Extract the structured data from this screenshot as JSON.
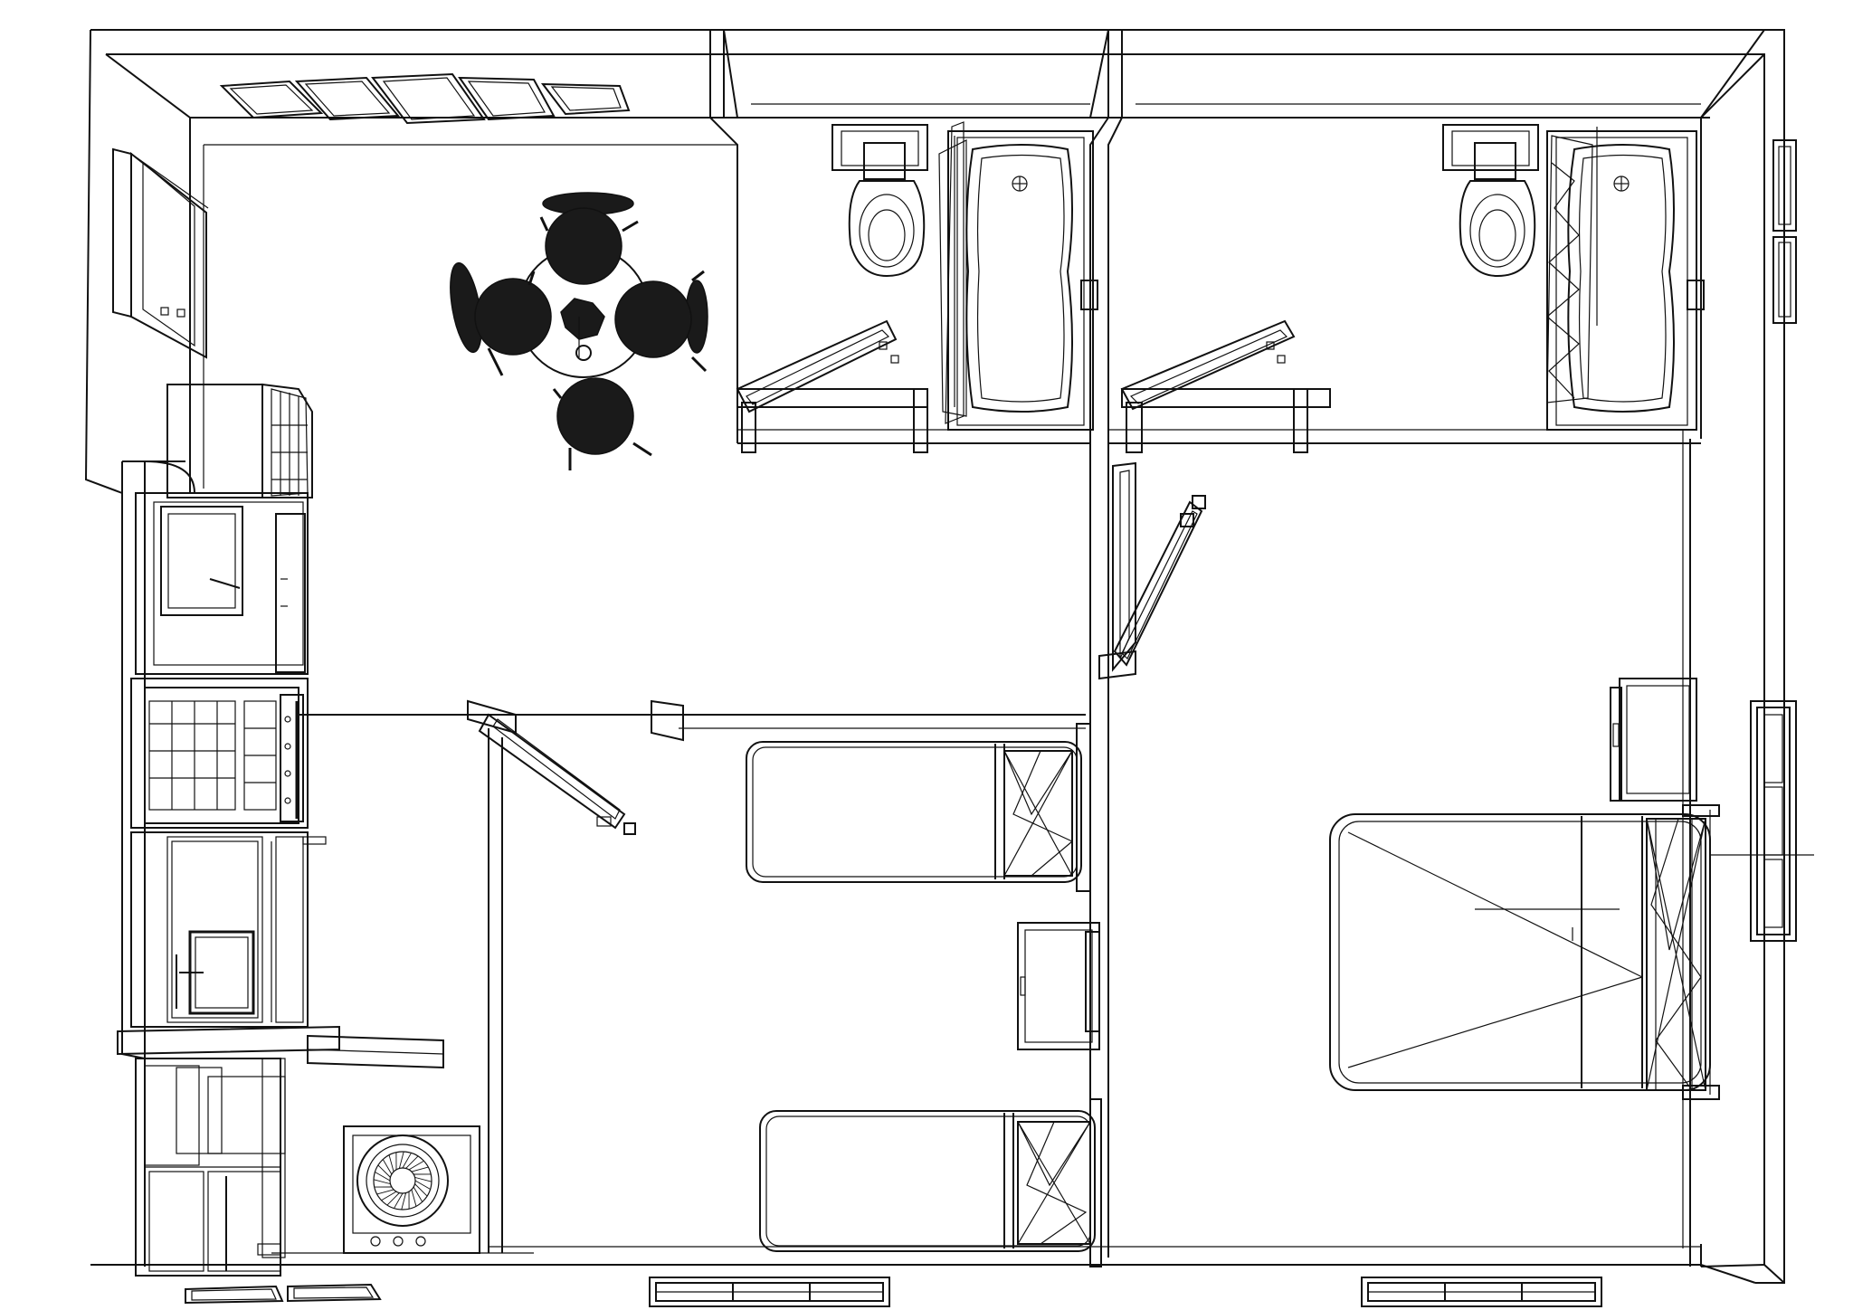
{
  "drawing": {
    "kind": "wireframe floor plan",
    "palette": {
      "background": "#ffffff",
      "line": "#111111",
      "fill_dark": "#1a1a1a"
    },
    "rooms": [
      {
        "id": "kitchen-dining"
      },
      {
        "id": "bathroom-1"
      },
      {
        "id": "bathroom-2"
      },
      {
        "id": "bedroom-twin"
      },
      {
        "id": "bedroom-double"
      }
    ],
    "fixtures": [
      "skylight-windows",
      "dining-table",
      "dining-chairs",
      "kitchen-cabinets",
      "refrigerator",
      "stove",
      "oven",
      "sink",
      "fan-heater",
      "toilets",
      "bathtubs",
      "single-beds",
      "double-bed",
      "nightstands",
      "doors",
      "wall-windows"
    ]
  }
}
